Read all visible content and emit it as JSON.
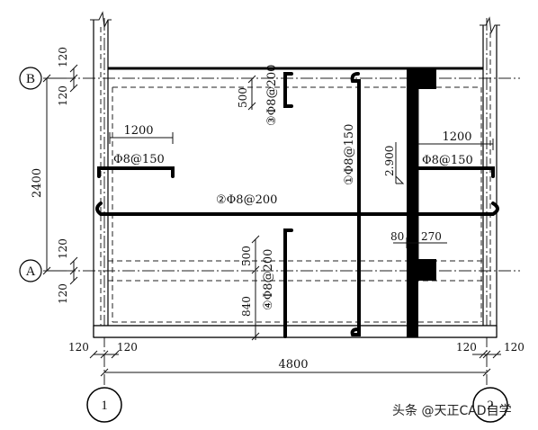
{
  "grid_axes": {
    "horizontal": [
      "B",
      "A"
    ],
    "vertical": [
      "1",
      "2"
    ]
  },
  "dimensions": {
    "left_top_120": "120",
    "left_top_120b": "120",
    "left_2400": "2400",
    "left_bot_120": "120",
    "left_bot_120b": "120",
    "bottom_left_120a": "120",
    "bottom_left_120b": "120",
    "bottom_right_120a": "120",
    "bottom_right_120b": "120",
    "bottom_4800": "4800",
    "left_rebar_1200": "1200",
    "right_rebar_1200": "1200",
    "top_500": "500",
    "lower_500": "500",
    "lower_840": "840",
    "beam_80": "80",
    "beam_270": "270",
    "elevation": "2.900"
  },
  "rebar_labels": {
    "left_top_bar": "Φ8@150",
    "right_top_bar": "Φ8@150",
    "bar_1": "①Φ8@150",
    "bar_2": "②Φ8@200",
    "bar_3": "③Φ8@200",
    "bar_4": "④Φ8@200"
  },
  "watermark": "头条 @天正CAD自学"
}
